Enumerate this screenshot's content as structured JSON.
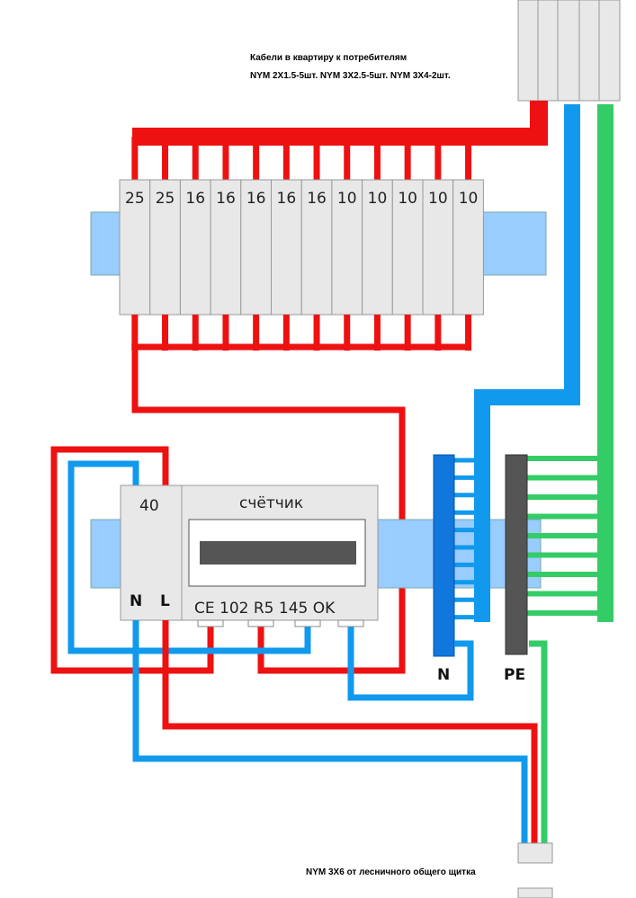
{
  "captions": {
    "top_line1": "Кабели в квартиру к потребителям",
    "top_line2": "NYM 2X1.5-5шт. NYM 3X2.5-5шт. NYM 3X4-2шт.",
    "bottom": "NYM 3X6 от лесничного общего щитка"
  },
  "breakers": {
    "ratings": [
      "25",
      "25",
      "16",
      "16",
      "16",
      "16",
      "16",
      "10",
      "10",
      "10",
      "10",
      "10"
    ]
  },
  "main_breaker": {
    "rating": "40",
    "terminal_n": "N",
    "terminal_l": "L"
  },
  "meter": {
    "title": "счётчик",
    "model": "CE 102 R5 145 OK"
  },
  "busbars": {
    "neutral": "N",
    "protective_earth": "PE"
  },
  "colors": {
    "phase": "#ee1111",
    "neutral": "#1199ee",
    "earth": "#33cc66",
    "rail": "#99ccff",
    "module": "#e8e8e8",
    "module_border": "#999999",
    "n_bar": "#1177dd",
    "pe_bar": "#555555",
    "display": "#555555"
  }
}
